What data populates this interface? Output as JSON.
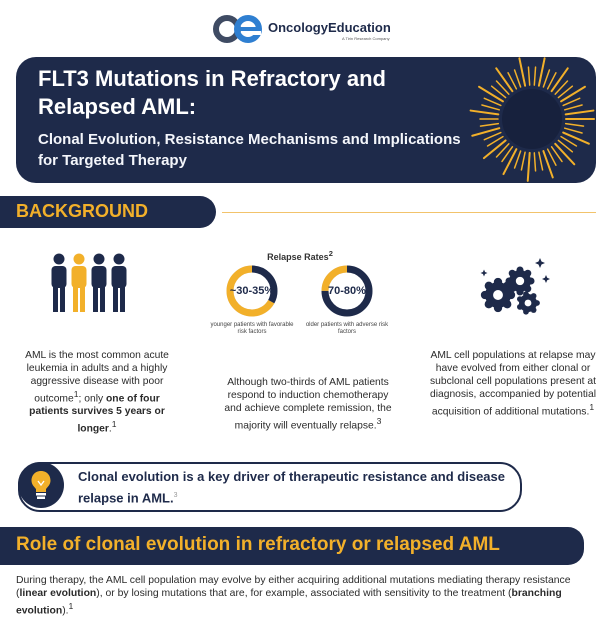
{
  "logo": {
    "mark": "oe",
    "brand_a": "Oncology",
    "brand_b": "Education",
    "tagline": "A Tirin Research Company"
  },
  "hero": {
    "title": "FLT3 Mutations in Refractory and Relapsed AML:",
    "subtitle": "Clonal Evolution, Resistance Mechanisms and Implications for Targeted Therapy"
  },
  "background": {
    "heading": "BACKGROUND",
    "col1": {
      "intro": "AML is the most common acute leukemia in adults and a highly aggressive disease with poor outcome",
      "ref_a": "1",
      "sep": "; only ",
      "bold": "one of four patients survives 5 years or longer",
      "end": ".",
      "ref_b": "1"
    },
    "relapse": {
      "label": "Relapse Rates",
      "ref": "2",
      "items": [
        {
          "value": "~30-35%",
          "caption": "younger patients with favorable risk factors",
          "fraction": 0.33
        },
        {
          "value": "70-80%",
          "caption": "older patients with adverse risk factors",
          "fraction": 0.75
        }
      ],
      "text": "Although two-thirds of AML patients respond to induction chemotherapy and achieve complete remission, the majority will eventually relapse.",
      "text_ref": "3"
    },
    "col3": {
      "text": "AML cell populations at relapse may have evolved from either clonal or subclonal cell populations present at diagnosis, accompanied by potential acquisition of additional mutations.",
      "ref": "1"
    }
  },
  "key_message": {
    "text": "Clonal evolution is a key driver of therapeutic resistance and disease relapse in AML.",
    "ref": "3"
  },
  "role": {
    "heading": "Role of clonal evolution in refractory or relapsed AML",
    "p1": "During therapy, the AML cell population may evolve by either acquiring additional mutations mediating therapy resistance (",
    "b1": "linear evolution",
    "p2": "), or by losing mutations that are, for example, associated with sensitivity to the treatment (",
    "b2": "branching evolution",
    "p3": ").",
    "ref": "1"
  },
  "colors": {
    "navy": "#1e2a4a",
    "gold": "#f2b02a",
    "light_gold": "#f2c36b",
    "gray_track": "#c9ccd6"
  }
}
